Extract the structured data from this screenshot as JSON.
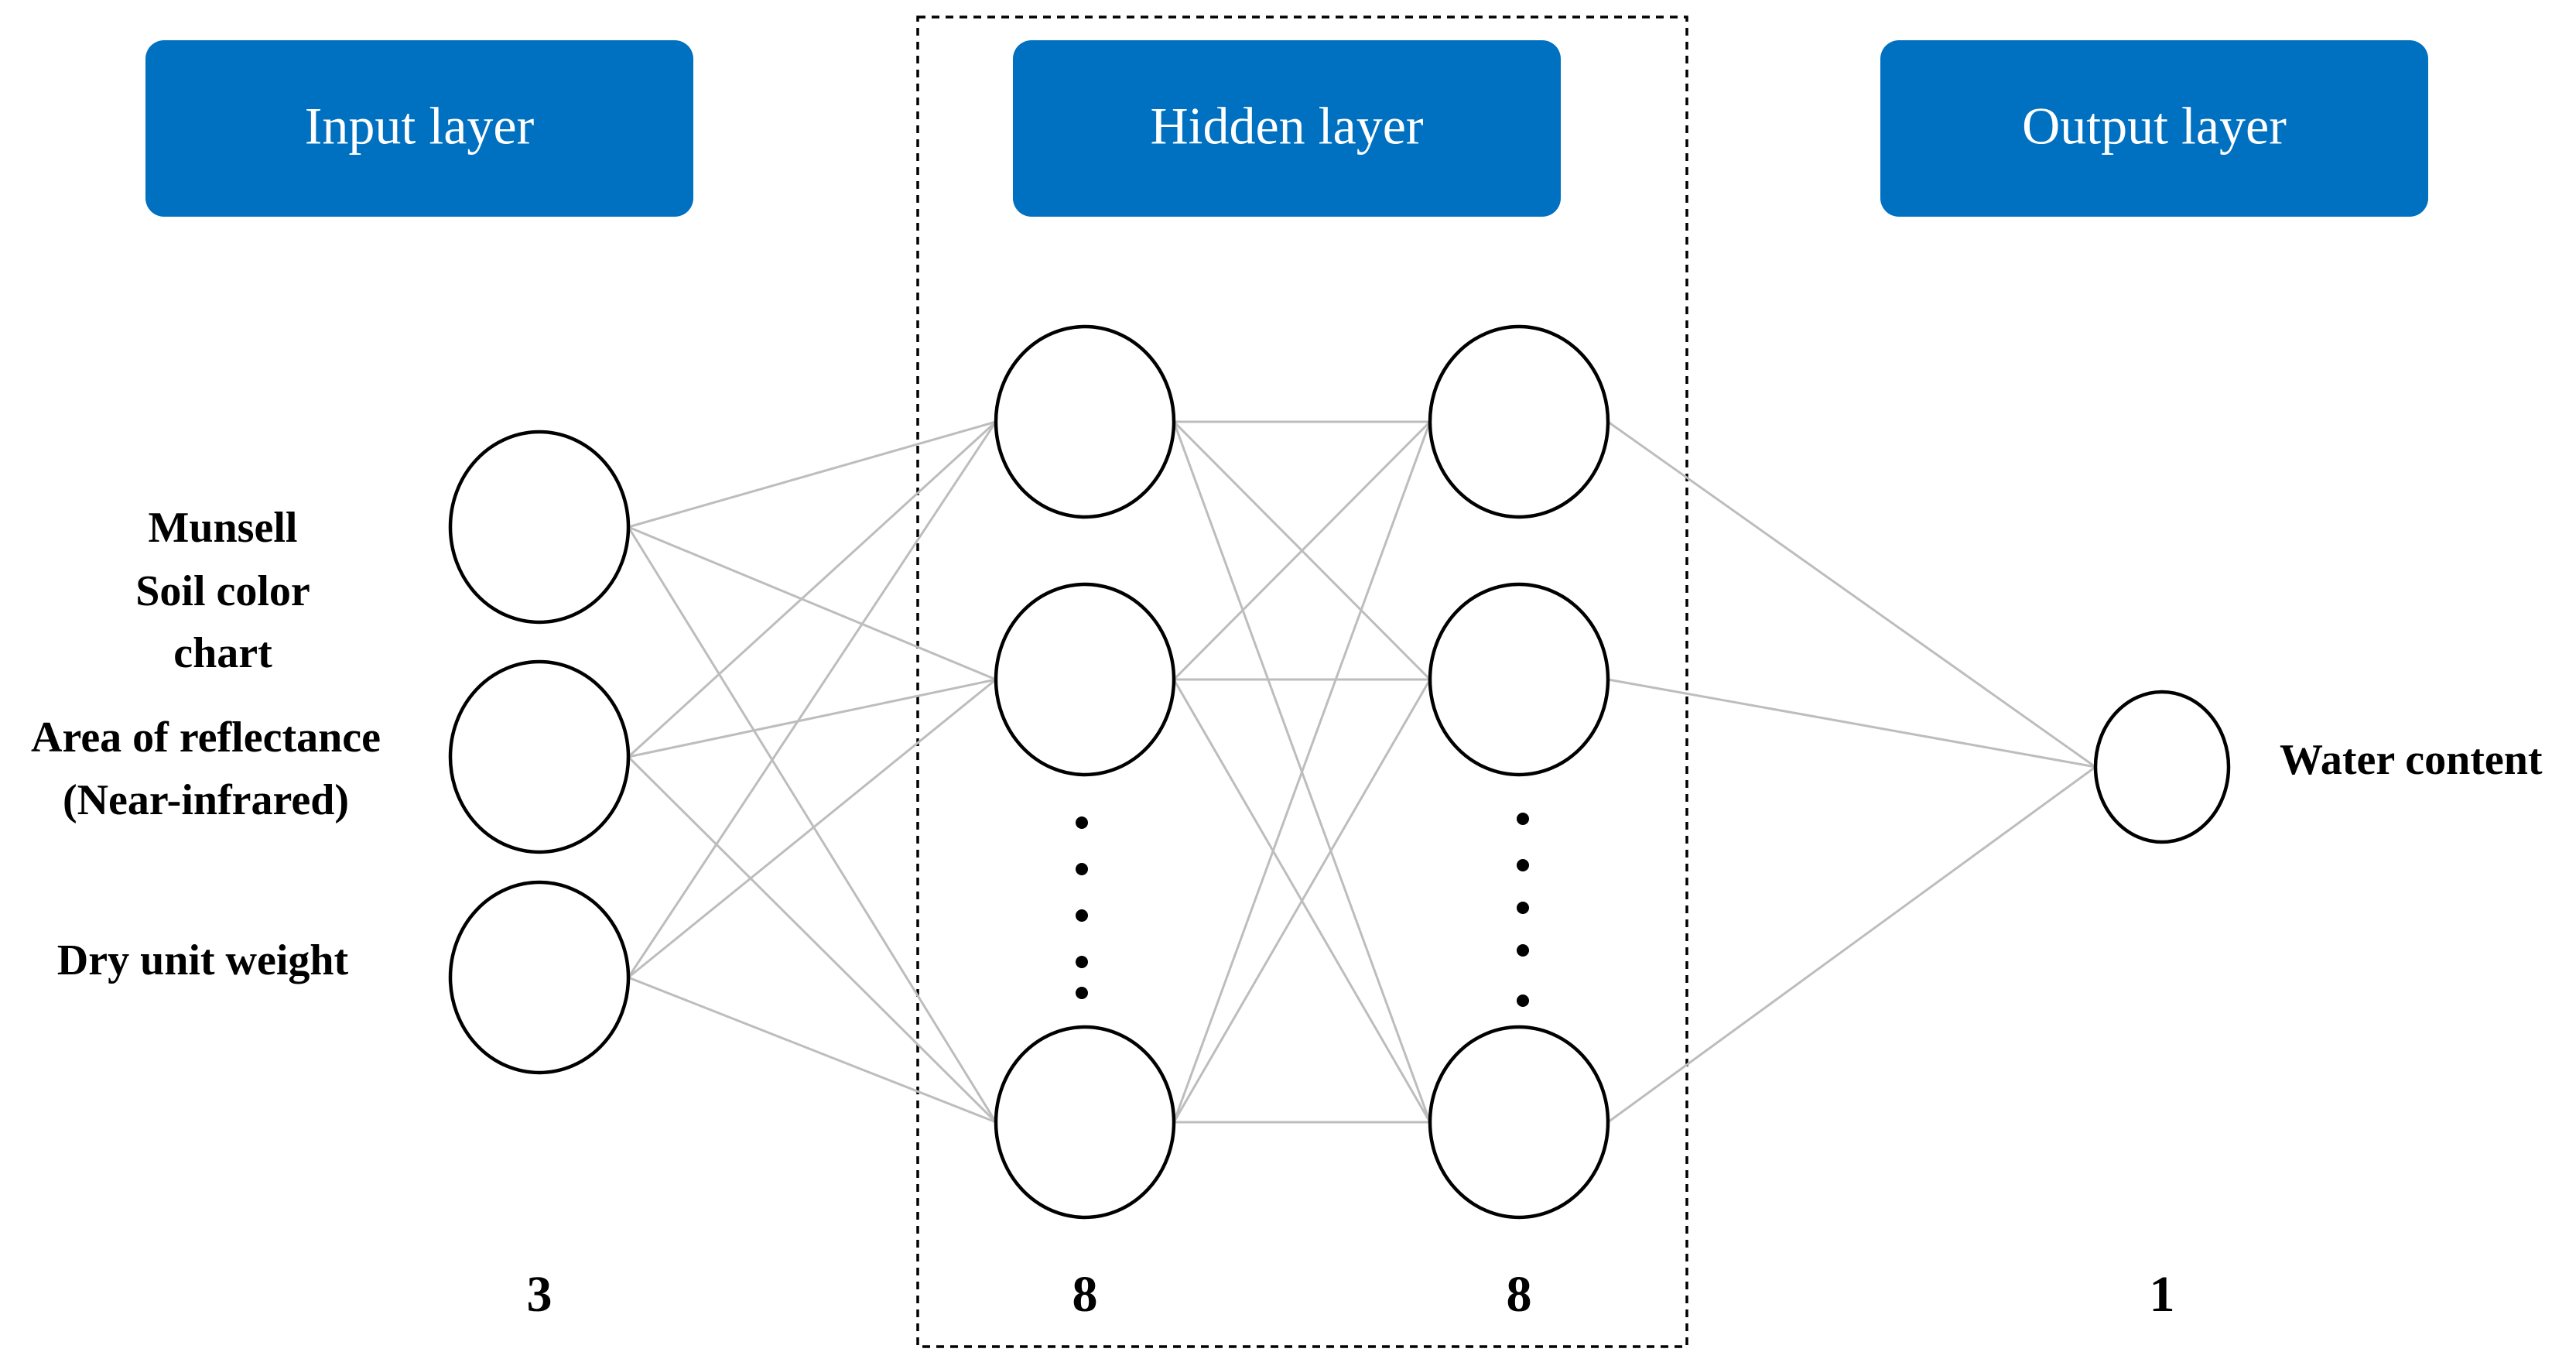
{
  "layers": {
    "input": {
      "title": "Input layer",
      "count": "3"
    },
    "hidden": {
      "title": "Hidden layer",
      "count_1": "8",
      "count_2": "8"
    },
    "output": {
      "title": "Output layer",
      "count": "1"
    }
  },
  "input_labels": {
    "munsell_line1": "Munsell",
    "munsell_line2": "Soil color",
    "munsell_line3": "chart",
    "reflectance_line1": "Area of reflectance",
    "reflectance_line2": "(Near-infrared)",
    "dry_unit_weight": "Dry unit weight"
  },
  "output_label": "Water content",
  "colors": {
    "layer_box": "#0070c0",
    "edge": "#bdbdbd",
    "node_stroke": "#000000"
  }
}
